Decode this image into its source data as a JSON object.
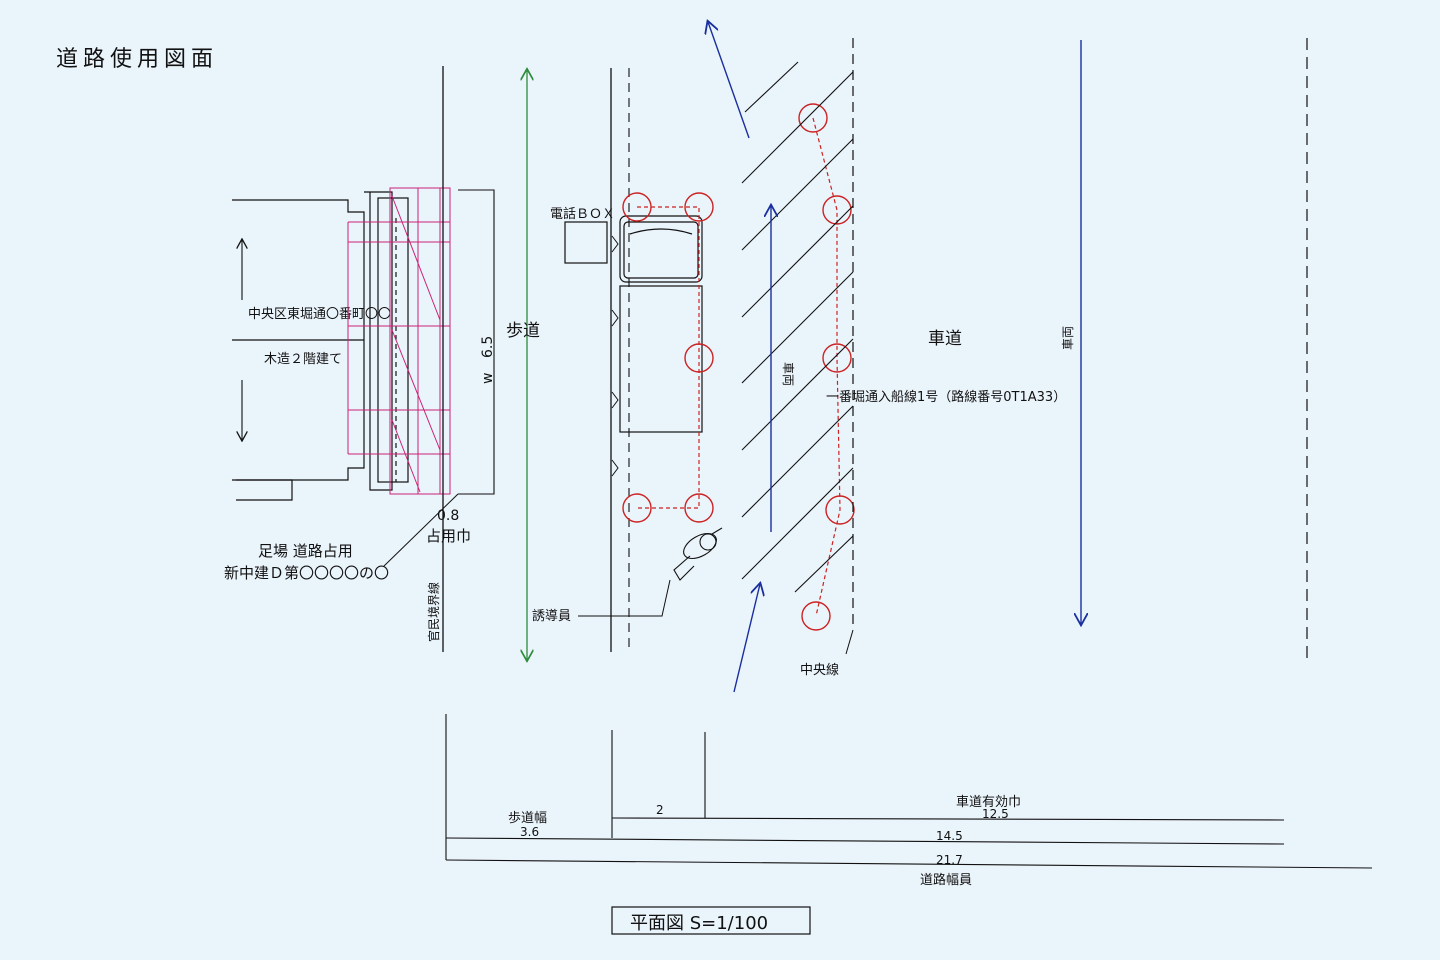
{
  "title": "道路使用図面",
  "labels": {
    "phone_box": "電話ＢＯＸ",
    "address": "中央区東堀通〇番町〇〇",
    "building": "木造２階建て",
    "width_w": "w",
    "width_value": "6.5",
    "sidewalk": "歩道",
    "roadway": "車道",
    "vehicle": "車両",
    "vehicle_mid": "車両",
    "route": "一番堀通入船線1号（路線番号0T1A33）",
    "occupancy_value": "0.8",
    "occupancy_label": "占用巾",
    "scaffold": "足場 道路占用",
    "permit": "新中建Ｄ第〇〇〇〇の〇",
    "boundary": "官民境界線",
    "guide": "誘導員",
    "centerline": "中央線"
  },
  "dimensions": {
    "sidewalk_width_label": "歩道幅",
    "sidewalk_width": "3.6",
    "gap": "2",
    "effective_label": "車道有効巾",
    "effective": "12.5",
    "width_14": "14.5",
    "total": "21.7",
    "road_width_label": "道路幅員"
  },
  "caption": "平面図 S=1/100",
  "colors": {
    "line": "#111111",
    "scaffold": "#cc2277",
    "cone": "#cc2222",
    "arrow_blue": "#1a2f9e",
    "arrow_green": "#2e8b3a"
  }
}
